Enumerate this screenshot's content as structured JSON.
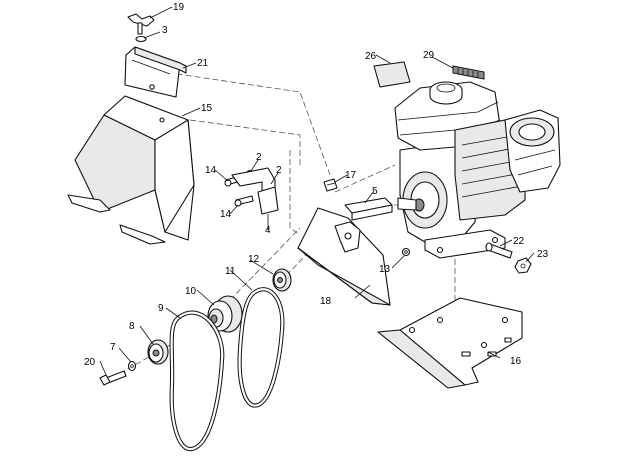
{
  "callouts": {
    "c2a": "2",
    "c2b": "2",
    "c3": "3",
    "c4": "4",
    "c5": "5",
    "c7": "7",
    "c8": "8",
    "c9": "9",
    "c10": "10",
    "c11": "11",
    "c12": "12",
    "c13": "13",
    "c14a": "14",
    "c14b": "14",
    "c15": "15",
    "c16": "16",
    "c17": "17",
    "c18": "18",
    "c19": "19",
    "c20": "20",
    "c21": "21",
    "c22": "22",
    "c23": "23",
    "c26": "26",
    "c29": "29"
  }
}
